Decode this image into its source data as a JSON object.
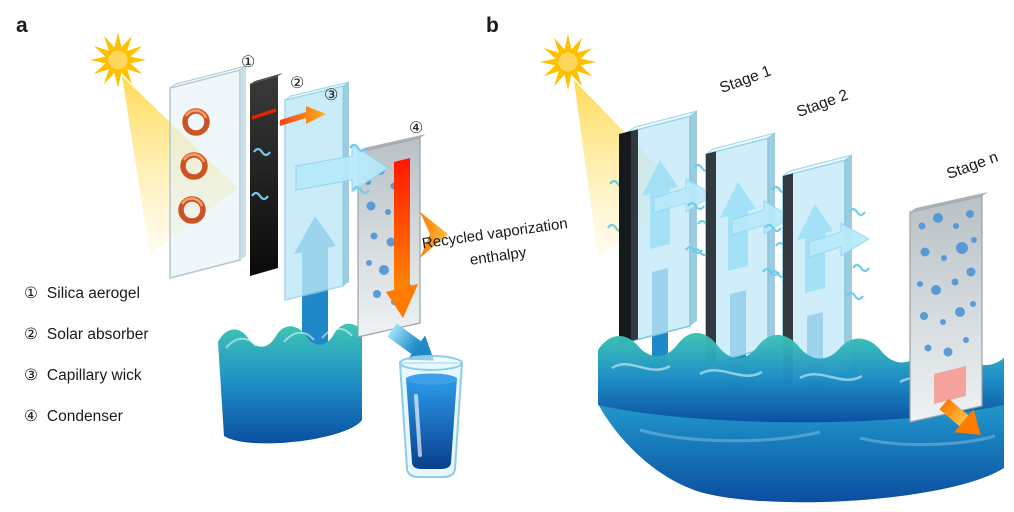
{
  "figure": {
    "panel_a_label": "a",
    "panel_b_label": "b"
  },
  "panel_a": {
    "callouts": [
      "①",
      "②",
      "③",
      "④"
    ],
    "legend": [
      {
        "num": "①",
        "label": "Silica aerogel"
      },
      {
        "num": "②",
        "label": "Solar absorber"
      },
      {
        "num": "③",
        "label": "Capillary wick"
      },
      {
        "num": "④",
        "label": "Condenser"
      }
    ],
    "annotation_lines": [
      "Recycled vaporization",
      "enthalpy"
    ]
  },
  "panel_b": {
    "stages": [
      "Stage 1",
      "Stage 2",
      "Stage n"
    ]
  },
  "colors": {
    "sun": "#FFC000",
    "light_beam": "#FFE680",
    "solar_absorber": "#1A1A1A",
    "capillary_wick": "#BDE7F7",
    "condenser": "#C9CED1",
    "droplets": "#4D94D6",
    "vapor_arrow": "#B8E9FA",
    "water_feed_arrow": "#1E88C8",
    "heat_arrow_red": "#FF2D00",
    "enthalpy_arrow_orange": "#FF9800",
    "water_top": "#45C8B8",
    "water_bottom": "#0A4FA0"
  }
}
